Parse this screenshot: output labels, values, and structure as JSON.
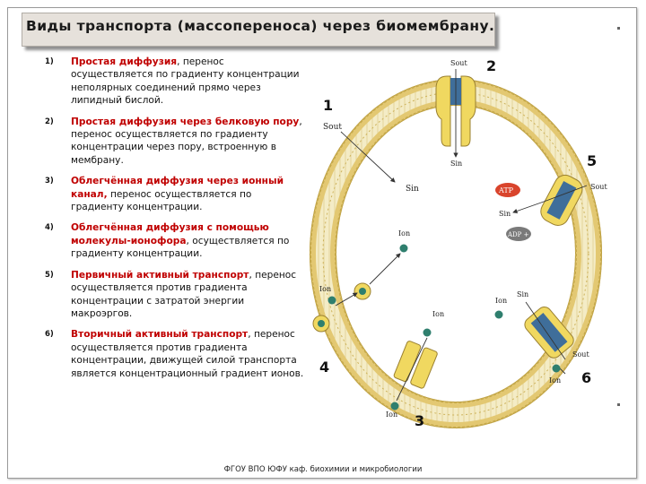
{
  "title": "Виды транспорта (массопереноса) через биомембрану.",
  "items": [
    {
      "num": "1)",
      "highlight": "Простая диффузия",
      "rest": ", перенос осуществляется по градиенту концентрации неполярных соединений прямо через липидный бислой."
    },
    {
      "num": "2)",
      "highlight": "Простая диффузия через белковую пору",
      "rest": ", перенос осуществляется по градиенту концентрации через пору, встроенную в мембрану."
    },
    {
      "num": "3)",
      "highlight": "Облегчённая диффузия через ионный канал,",
      "rest": " перенос осуществляется по градиенту концентрации."
    },
    {
      "num": "4)",
      "highlight": "Облегчённая диффузия с помощью молекулы-ионофора",
      "rest": ", осуществляется по градиенту концентрации."
    },
    {
      "num": "5)",
      "highlight": "Первичный активный транспорт",
      "rest": ", перенос осуществляется против градиента концентрации с затратой энергии макроэргов."
    },
    {
      "num": "6)",
      "highlight": "Вторичный активный транспорт",
      "rest": ", перенос осуществляется против градиента концентрации, движущей силой транспорта является концентрационный градиент ионов."
    }
  ],
  "diagram": {
    "numbers": [
      "1",
      "2",
      "3",
      "4",
      "5",
      "6"
    ],
    "labels": {
      "s_out_1": "Sout",
      "s_in_1": "Sin",
      "s_out_2": "Sout",
      "s_in_2": "Sin",
      "s_out_5": "Sout",
      "s_in_5": "Sin",
      "atp": "ATP",
      "adp": "ADP + Pi",
      "ion_3_top": "Ion",
      "ion_3_bottom": "Ion",
      "ion_4_left": "Ion",
      "ion_4_top": "Ion",
      "s_out_6": "Sout",
      "s_in_6": "Sin",
      "ion_6_top": "Ion",
      "ion_6_bottom": "Ion"
    },
    "colors": {
      "lipid_head": "#e3c872",
      "lipid_tail": "#f6efc9",
      "membrane_outline": "#b99c3c",
      "protein": "#f0d860",
      "protein_blue": "#3f6e9a",
      "molecule": "#2f7f6e",
      "atp": "#d9442c",
      "adp": "#7a7a7a"
    }
  },
  "footer": "ФГОУ ВПО ЮФУ  каф. биохимии и микробиологии"
}
